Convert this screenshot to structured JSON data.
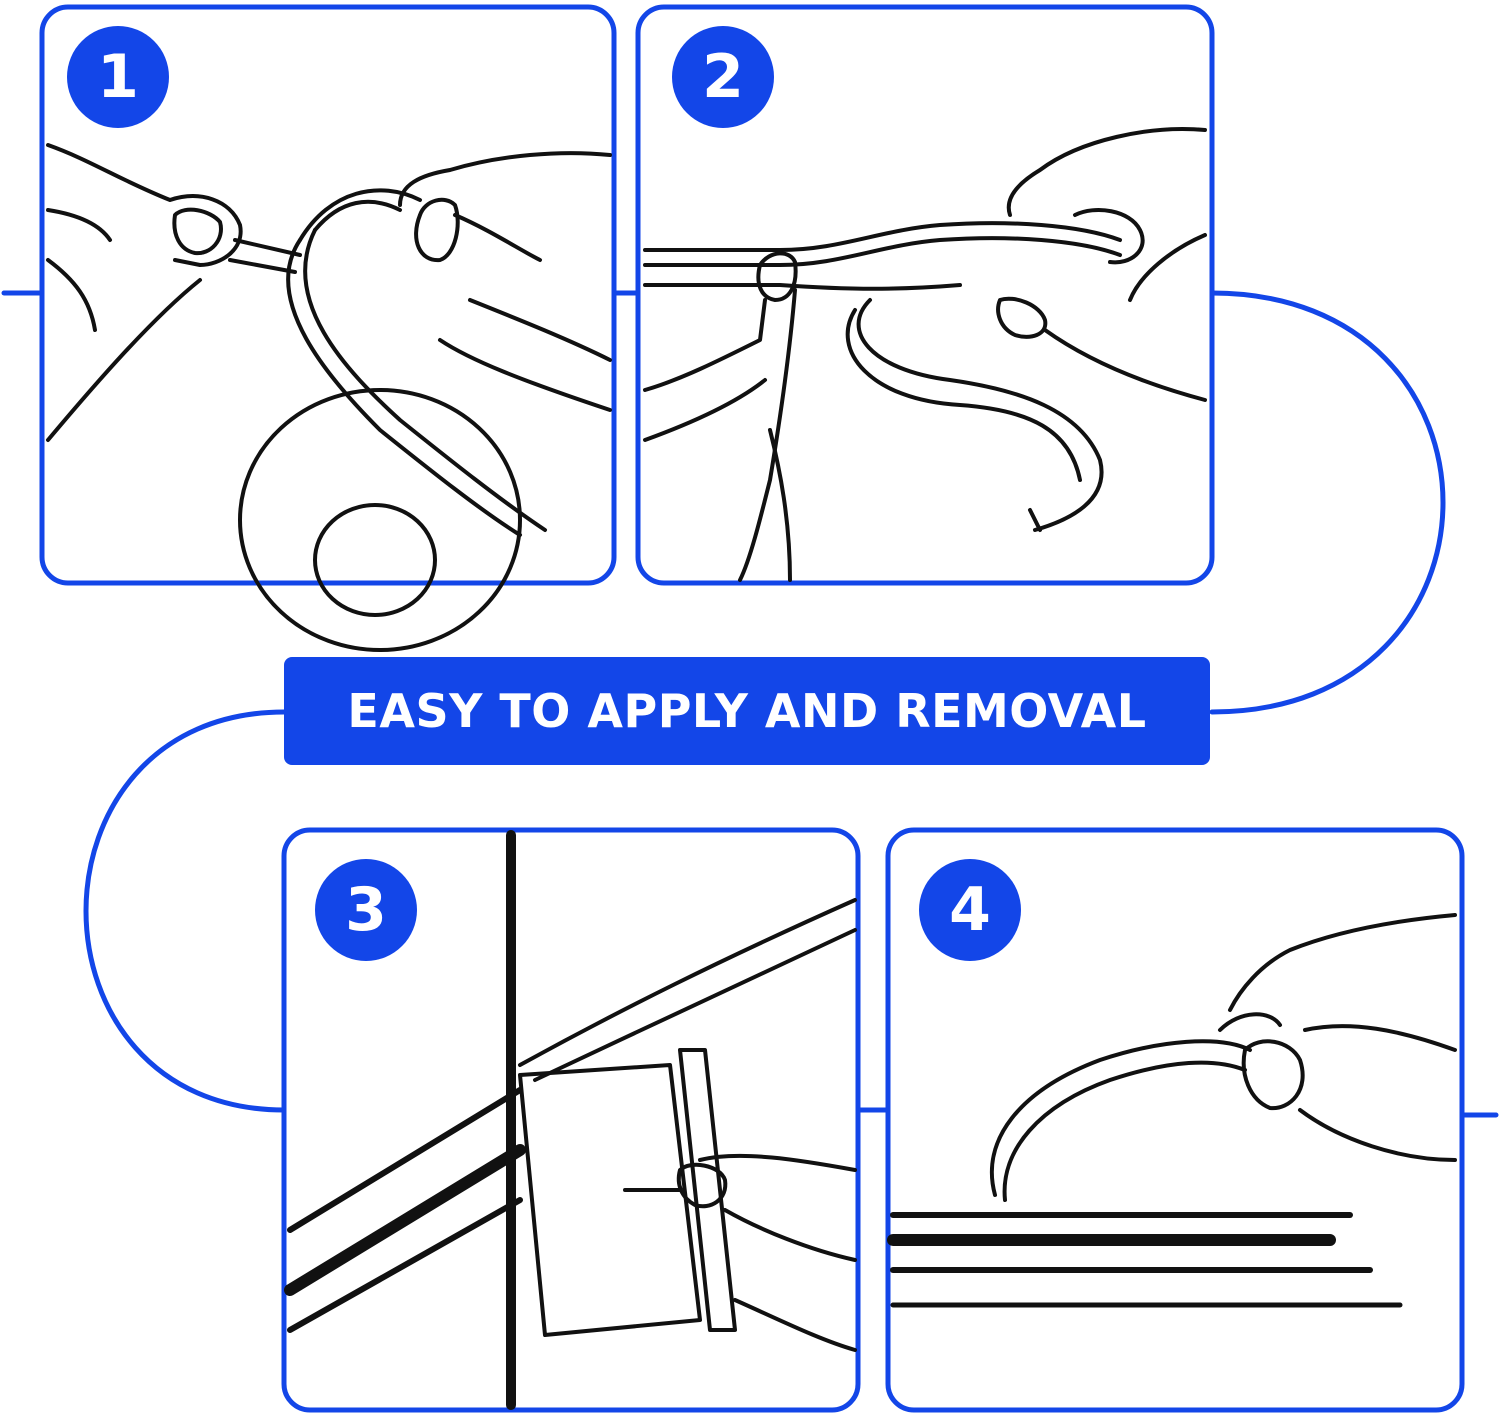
{
  "colors": {
    "accent": "#1346e8",
    "line": "#111111",
    "background": "#ffffff",
    "banner_text": "#ffffff"
  },
  "banner": {
    "text": "EASY TO APPLY AND REMOVAL"
  },
  "steps": [
    {
      "number": "1",
      "illustration": "hands-peeling-strip-from-roll"
    },
    {
      "number": "2",
      "illustration": "hands-pressing-strip-onto-edge"
    },
    {
      "number": "3",
      "illustration": "hand-pressing-strip-into-frame-corner"
    },
    {
      "number": "4",
      "illustration": "hand-lifting-strip-to-remove"
    }
  ]
}
